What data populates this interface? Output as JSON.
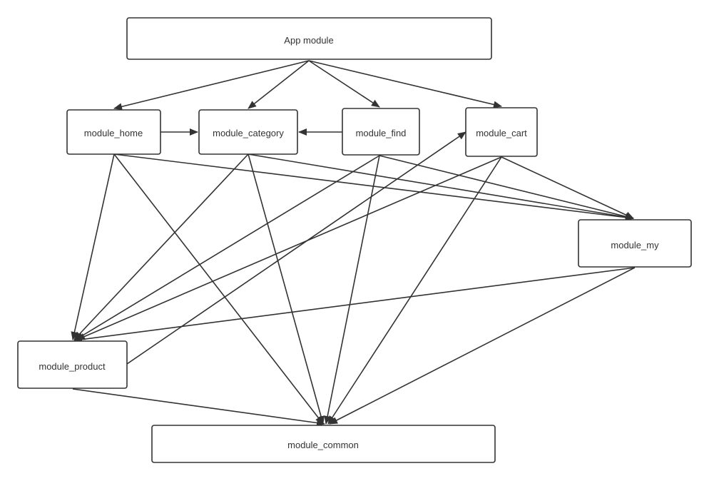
{
  "colors": {
    "stroke": "#333333",
    "fill": "#ffffff",
    "text": "#333333",
    "background": "#ffffff"
  },
  "nodes": [
    {
      "id": "app",
      "label": "App module"
    },
    {
      "id": "home",
      "label": "module_home"
    },
    {
      "id": "category",
      "label": "module_category"
    },
    {
      "id": "find",
      "label": "module_find"
    },
    {
      "id": "cart",
      "label": "module_cart"
    },
    {
      "id": "my",
      "label": "module_my"
    },
    {
      "id": "product",
      "label": "module_product"
    },
    {
      "id": "common",
      "label": "module_common"
    }
  ],
  "edges": [
    {
      "from": "app",
      "to": "home"
    },
    {
      "from": "app",
      "to": "category"
    },
    {
      "from": "app",
      "to": "find"
    },
    {
      "from": "app",
      "to": "cart"
    },
    {
      "from": "home",
      "to": "category"
    },
    {
      "from": "find",
      "to": "category"
    },
    {
      "from": "home",
      "to": "product"
    },
    {
      "from": "home",
      "to": "common"
    },
    {
      "from": "home",
      "to": "my"
    },
    {
      "from": "category",
      "to": "product"
    },
    {
      "from": "category",
      "to": "common"
    },
    {
      "from": "category",
      "to": "my"
    },
    {
      "from": "find",
      "to": "product"
    },
    {
      "from": "find",
      "to": "common"
    },
    {
      "from": "find",
      "to": "my"
    },
    {
      "from": "cart",
      "to": "product"
    },
    {
      "from": "cart",
      "to": "common"
    },
    {
      "from": "cart",
      "to": "my"
    },
    {
      "from": "my",
      "to": "product"
    },
    {
      "from": "my",
      "to": "common"
    },
    {
      "from": "product",
      "to": "cart"
    },
    {
      "from": "product",
      "to": "common"
    }
  ]
}
